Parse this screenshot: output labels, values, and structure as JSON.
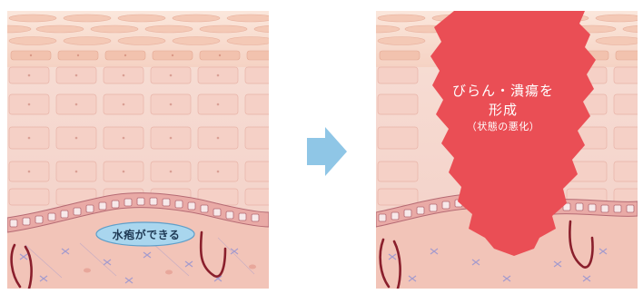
{
  "before": {
    "blister_label": "水疱ができる"
  },
  "after": {
    "ulcer_label_line1": "びらん・潰瘍を",
    "ulcer_label_line2": "形成",
    "ulcer_label_line3": "（状態の悪化）"
  },
  "colors": {
    "skin_top": "#f7d7c8",
    "skin_cells": "#f6c9bd",
    "basal_layer": "#e7a5a0",
    "dermis": "#f3c7bc",
    "blister_fill": "#a9d6ee",
    "ulcer_fill": "#ea4e55",
    "arrow_fill": "#8fc6e6",
    "vessel": "#8a1f2c",
    "fibers": "#a29acb"
  }
}
